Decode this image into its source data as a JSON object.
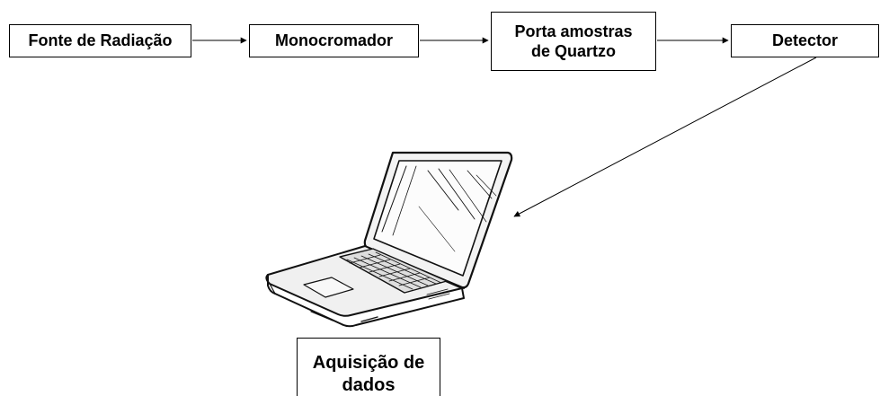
{
  "nodes": {
    "fonte": {
      "line1": "Fonte de Radiação"
    },
    "monocromador": {
      "line1": "Monocromador"
    },
    "porta_amostras": {
      "line1": "Porta amostras",
      "line2": "de Quartzo"
    },
    "detector": {
      "line1": "Detector"
    },
    "aquisicao": {
      "line1": "Aquisição de",
      "line2": "dados"
    }
  },
  "illustration": {
    "icon": "laptop-icon"
  }
}
